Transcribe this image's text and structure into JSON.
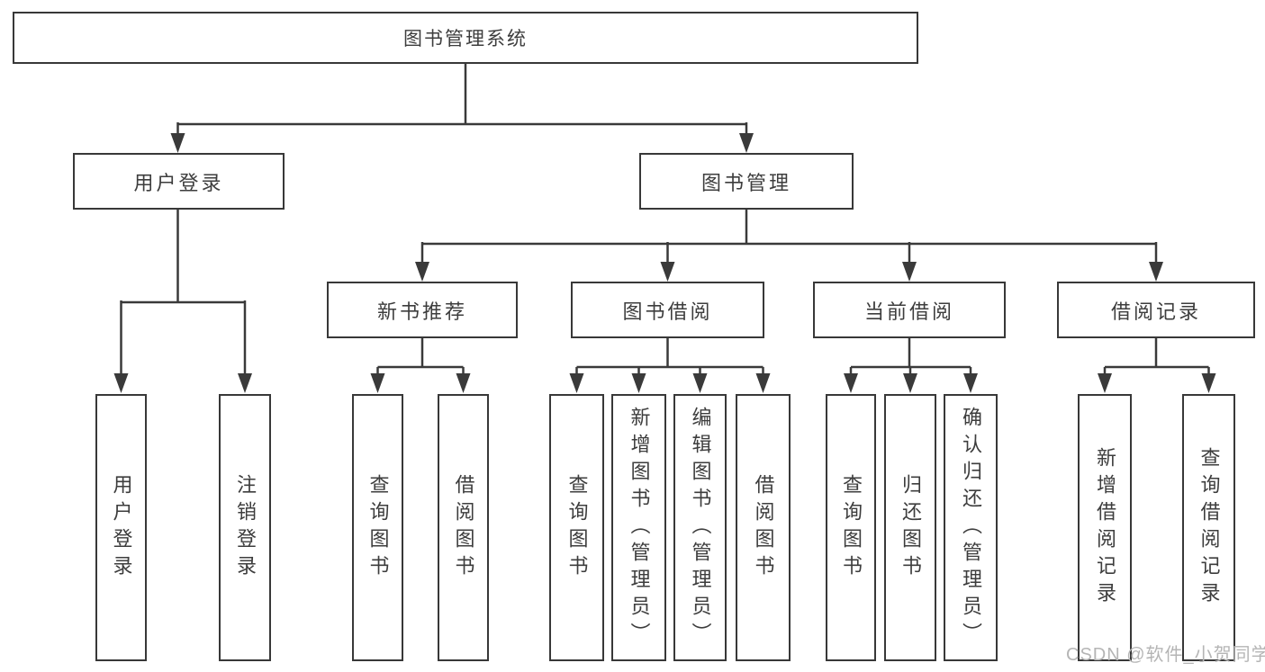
{
  "colors": {
    "line": "#3a3a3a",
    "border": "#383838",
    "text": "#3d3d3d",
    "box_background": "#ffffff",
    "page_background": "#ffffff",
    "watermark": "#b5b5b5"
  },
  "watermark": {
    "text": "CSDN @软件_小贺同学"
  },
  "tree": {
    "root": {
      "label": "图书管理系统",
      "children": [
        {
          "label": "用户登录",
          "children": [
            {
              "label": "用户登录"
            },
            {
              "label": "注销登录"
            }
          ]
        },
        {
          "label": "图书管理",
          "children": [
            {
              "label": "新书推荐",
              "children": [
                {
                  "label": "查询图书"
                },
                {
                  "label": "借阅图书"
                }
              ]
            },
            {
              "label": "图书借阅",
              "children": [
                {
                  "label": "查询图书"
                },
                {
                  "label": "新增图书（管理员）"
                },
                {
                  "label": "编辑图书（管理员）"
                },
                {
                  "label": "借阅图书"
                }
              ]
            },
            {
              "label": "当前借阅",
              "children": [
                {
                  "label": "查询图书"
                },
                {
                  "label": "归还图书"
                },
                {
                  "label": "确认归还（管理员）"
                }
              ]
            },
            {
              "label": "借阅记录",
              "children": [
                {
                  "label": "新增借阅记录"
                },
                {
                  "label": "查询借阅记录"
                }
              ]
            }
          ]
        }
      ]
    }
  }
}
